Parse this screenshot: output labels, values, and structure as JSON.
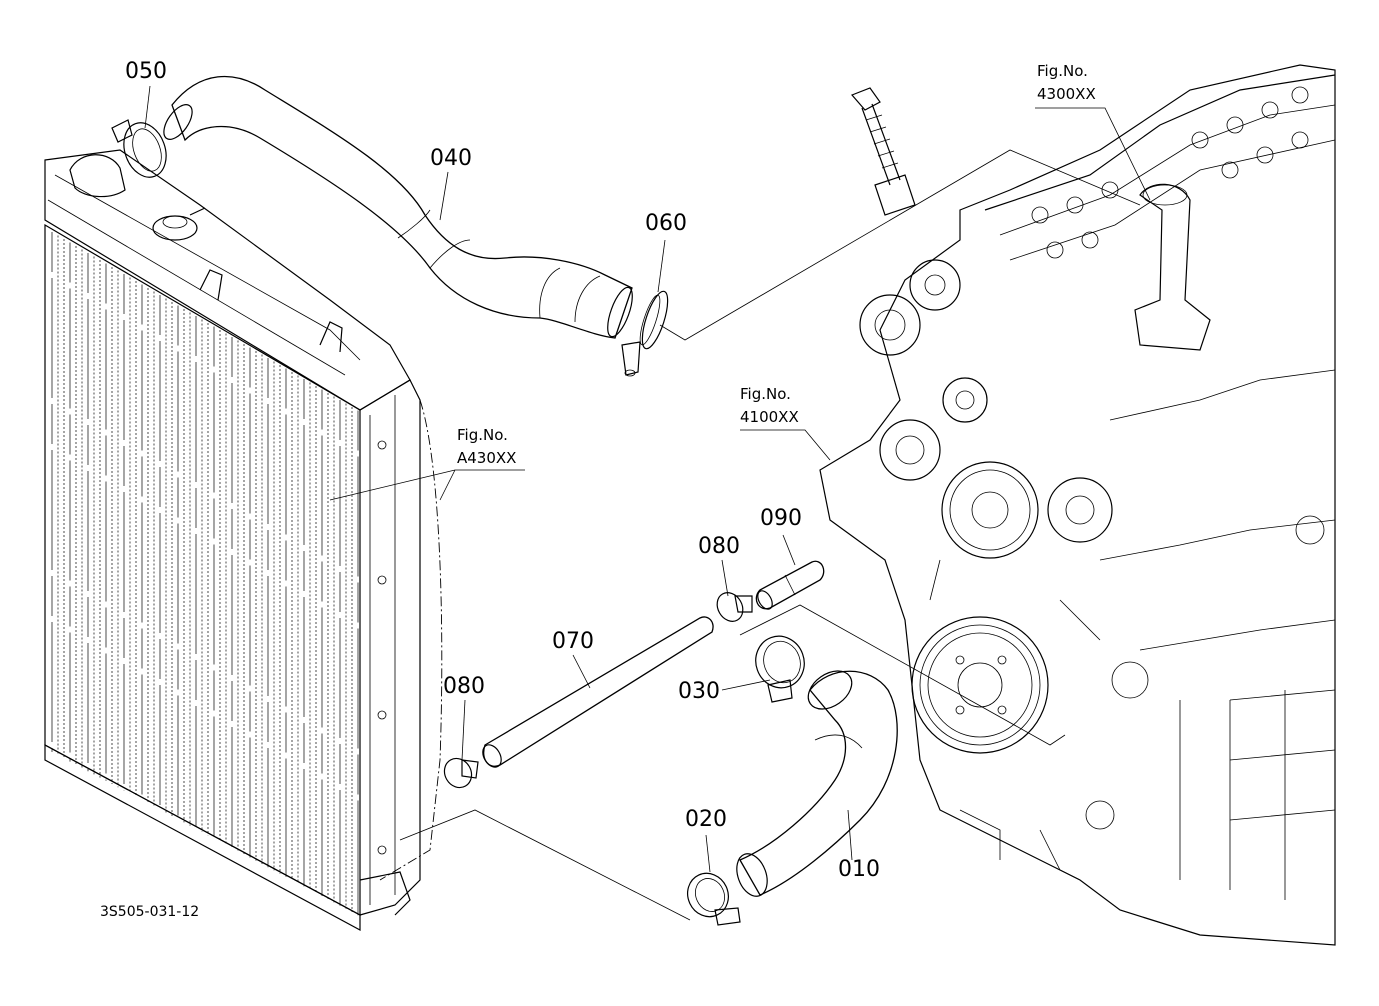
{
  "drawing_id": "3S505-031-12",
  "parts": [
    {
      "code": "010"
    },
    {
      "code": "020"
    },
    {
      "code": "030"
    },
    {
      "code": "040"
    },
    {
      "code": "050"
    },
    {
      "code": "060"
    },
    {
      "code": "070"
    },
    {
      "code": "080"
    },
    {
      "code": "080"
    },
    {
      "code": "090"
    }
  ],
  "figure_refs": [
    {
      "prefix": "Fig.No.",
      "number": "4300XX"
    },
    {
      "prefix": "Fig.No.",
      "number": "4100XX"
    },
    {
      "prefix": "Fig.No.",
      "number": "A430XX"
    }
  ]
}
